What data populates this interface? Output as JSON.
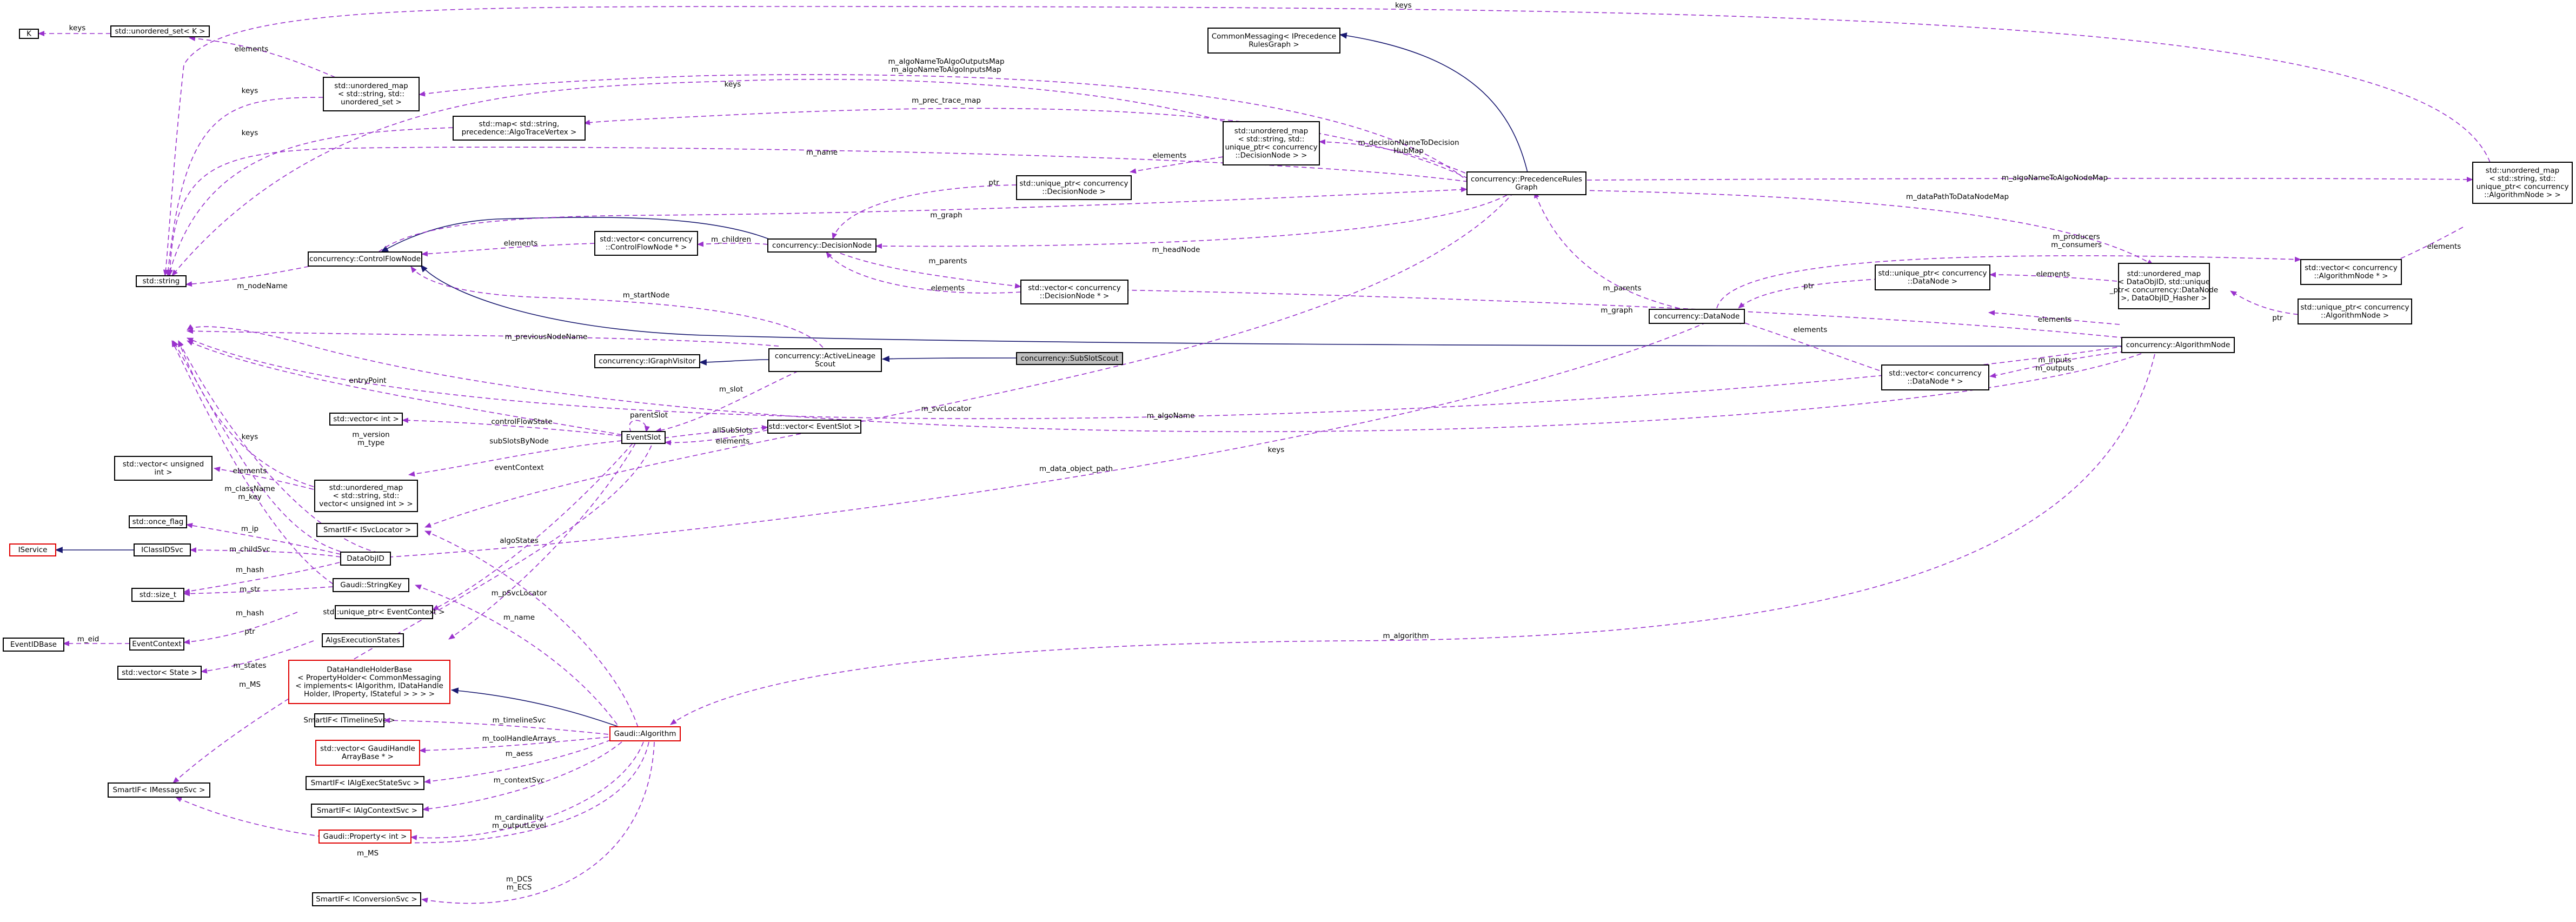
{
  "colors": {
    "usage_edge": "#9a32cd",
    "inheritance_edge": "#191970",
    "highlight_node": "#bfbfbf",
    "undocumented_border": "#e00000"
  },
  "nodes": {
    "K": "K",
    "unordered_set_K": "std::unordered_set< K >",
    "umap_string_unordered_set": "std::unordered_map\n< std::string, std::\nunordered_set >",
    "map_prec_trace": "std::map< std::string,\nprecedence::AlgoTraceVertex >",
    "string": "std::string",
    "cf_node": "concurrency::ControlFlowNode",
    "vector_cf_node": "std::vector< concurrency\n::ControlFlowNode * >",
    "decision_node": "concurrency::DecisionNode",
    "uptr_decision": "std::unique_ptr< concurrency\n::DecisionNode >",
    "umap_decision": "std::unordered_map\n< std::string, std::\nunique_ptr< concurrency\n::DecisionNode > >",
    "common_msg": "CommonMessaging< IPrecedence\nRulesGraph >",
    "prec_graph": "concurrency::PrecedenceRules\nGraph",
    "umap_algo": "std::unordered_map\n< std::string, std::\nunique_ptr< concurrency\n::AlgorithmNode > >",
    "vector_decision": "std::vector< concurrency\n::DecisionNode * >",
    "ivisitor": "concurrency::IGraphVisitor",
    "active_lineage": "concurrency::ActiveLineage\nScout",
    "subslot_scout": "concurrency::SubSlotScout",
    "uptr_data": "std::unique_ptr< concurrency\n::DataNode >",
    "umap_data": "std::unordered_map\n< DataObjID, std::unique\n_ptr< concurrency::DataNode\n>, DataObjID_Hasher >",
    "vector_algo_ptr": "std::vector< concurrency\n::AlgorithmNode * >",
    "uptr_algo": "std::unique_ptr< concurrency\n::AlgorithmNode >",
    "data_node": "concurrency::DataNode",
    "algo_node": "concurrency::AlgorithmNode",
    "vector_data_ptr": "std::vector< concurrency\n::DataNode * >",
    "vector_int": "std::vector< int >",
    "event_slot": "EventSlot",
    "vector_event_slot": "std::vector< EventSlot >",
    "vector_unsigned": "std::vector< unsigned\nint >",
    "umap_vector_unsigned": "std::unordered_map\n< std::string, std::\nvector< unsigned int > >",
    "once_flag": "std::once_flag",
    "smartif_svcloc": "SmartIF< ISvcLocator >",
    "iservice": "IService",
    "iclassidsvc": "IClassIDSvc",
    "dataobjid": "DataObjID",
    "gaudi_stringkey": "Gaudi::StringKey",
    "size_t": "std::size_t",
    "uptr_eventcontext": "std::unique_ptr< EventContext >",
    "eventidbase": "EventIDBase",
    "eventcontext": "EventContext",
    "algexecstates": "AlgsExecutionStates",
    "vector_state": "std::vector< State >",
    "datahandleholder": "DataHandleHolderBase\n< PropertyHolder< CommonMessaging\n< implements< IAlgorithm, IDataHandle\nHolder, IProperty, IStateful > > > >",
    "smartif_timeline": "SmartIF< ITimelineSvc >",
    "vector_gaudihandle": "std::vector< GaudiHandle\nArrayBase * >",
    "smartif_algexec": "SmartIF< IAlgExecStateSvc >",
    "smartif_algctx": "SmartIF< IAlgContextSvc >",
    "gaudi_property": "Gaudi::Property< int >",
    "smartif_msg": "SmartIF< IMessageSvc >",
    "smartif_conv": "SmartIF< IConversionSvc >",
    "gaudi_algorithm": "Gaudi::Algorithm"
  },
  "edge_labels": {
    "keys_top": "keys",
    "keys_k": "keys",
    "elements_set": "elements",
    "keys_umap": "keys",
    "keys_map": "keys",
    "algo_io_map": "m_algoNameToAlgoOutputsMap\nm_algoNameToAlgoInputsMap",
    "keys_umap2": "keys",
    "prec_trace": "m_prec_trace_map",
    "m_name_top": "m_name",
    "elements_umap_dec": "elements",
    "decision_hub": "m_decisionNameToDecision\nHubMap",
    "ptr_dec": "ptr",
    "m_graph_top": "m_graph",
    "algo_map": "m_algoNameToAlgoNodeMap",
    "data_map": "m_dataPathToDataNodeMap",
    "elements_cf": "elements",
    "children": "m_children",
    "head_node": "m_headNode",
    "parents_dec": "m_parents",
    "elements_dec": "elements",
    "node_name": "m_nodeName",
    "start_node": "m_startNode",
    "prev_node_name": "m_previousNodeName",
    "producers": "m_producers\nm_consumers",
    "elements_algo_umap": "elements",
    "elements_data_umap": "elements",
    "ptr_data": "ptr",
    "elements_vec_algo": "elements",
    "ptr_algo": "ptr",
    "m_parents_algo": "m_parents",
    "m_graph_data": "m_graph",
    "elements_data_vec": "elements",
    "inputs_outputs": "m_inputs\nm_outputs",
    "m_slot": "m_slot",
    "entry_point": "entryPoint",
    "parent_slot": "parentSlot",
    "control_flow_state": "controlFlowState",
    "sub_slots_by_node": "subSlotsByNode",
    "all_subslots": "allSubSlots",
    "elements_slot": "elements",
    "svc_locator": "m_svcLocator",
    "algo_name": "m_algoName",
    "keys_algo": "keys",
    "event_context": "eventContext",
    "data_object_path": "m_data_object_path",
    "version_type": "m_version\nm_type",
    "keys_vec_unsigned": "keys",
    "elements_vec_unsigned": "elements",
    "classname_key": "m_className\nm_key",
    "m_ip": "m_ip",
    "m_childsvc": "m_childSvc",
    "algo_states": "algoStates",
    "m_hash_1": "m_hash",
    "m_str": "m_str",
    "m_hash_2": "m_hash",
    "psvclocator": "m_pSvcLocator",
    "m_name_alg": "m_name",
    "ptr_ctx": "ptr",
    "m_eid": "m_eid",
    "m_states": "m_states",
    "m_algorithm": "m_algorithm",
    "m_ms_1": "m_MS",
    "timeline_svc": "m_timelineSvc",
    "tool_handle_arrays": "m_toolHandleArrays",
    "m_aess": "m_aess",
    "context_svc": "m_contextSvc",
    "cardinality": "m_cardinality\nm_outputLevel",
    "m_ms_2": "m_MS",
    "dcs_ecs": "m_DCS\nm_ECS"
  }
}
